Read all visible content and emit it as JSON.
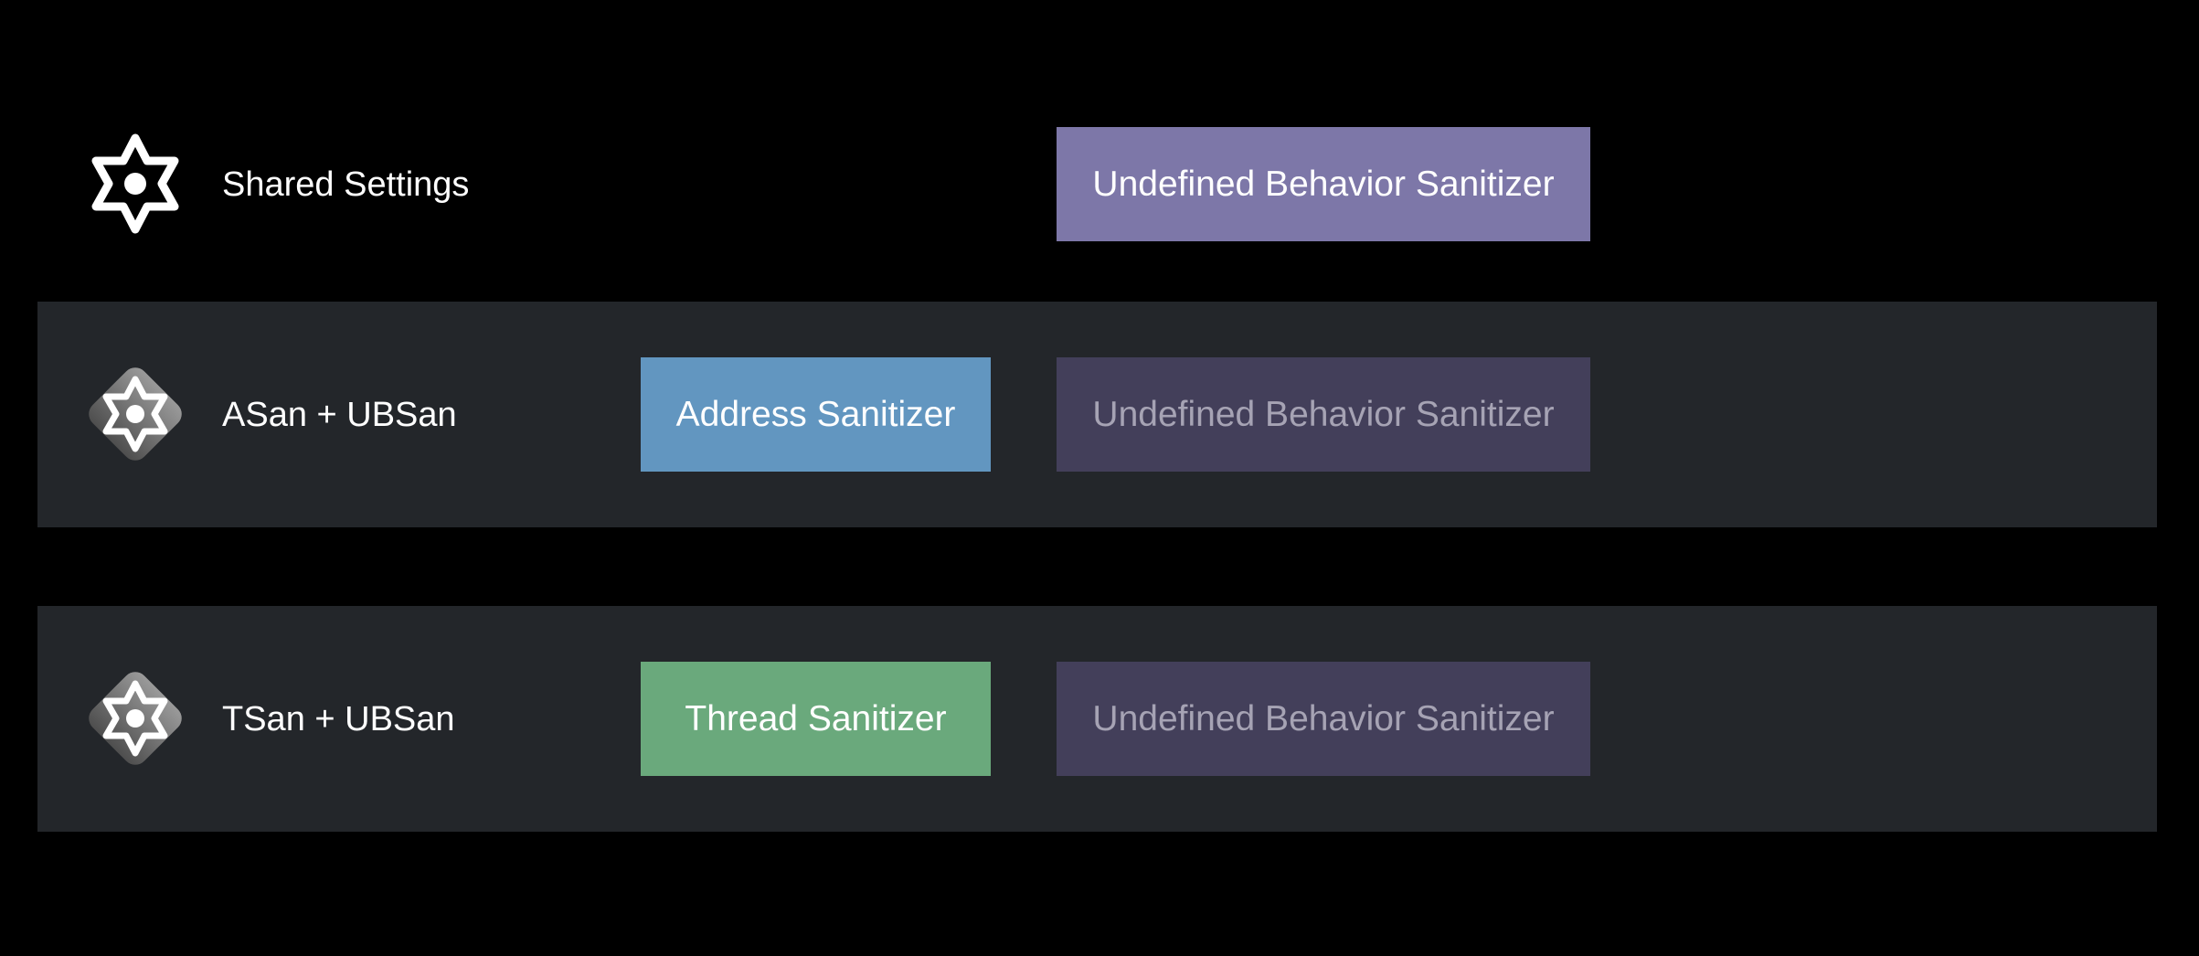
{
  "colors": {
    "background": "#000000",
    "row_background": "#23262a",
    "ubsan_active": "#7d77a8",
    "ubsan_dimmed": "#433f5a",
    "ubsan_dimmed_text": "#a6a3b4",
    "asan": "#6296c0",
    "tsan": "#6aa97c"
  },
  "rows": [
    {
      "label": "Shared Settings",
      "icon": "gear-outline-icon",
      "ubsan": "Undefined Behavior Sanitizer"
    },
    {
      "label": "ASan + UBSan",
      "icon": "gear-diamond-icon",
      "primary": "Address Sanitizer",
      "ubsan": "Undefined Behavior Sanitizer"
    },
    {
      "label": "TSan + UBSan",
      "icon": "gear-diamond-icon",
      "primary": "Thread Sanitizer",
      "ubsan": "Undefined Behavior Sanitizer"
    }
  ]
}
